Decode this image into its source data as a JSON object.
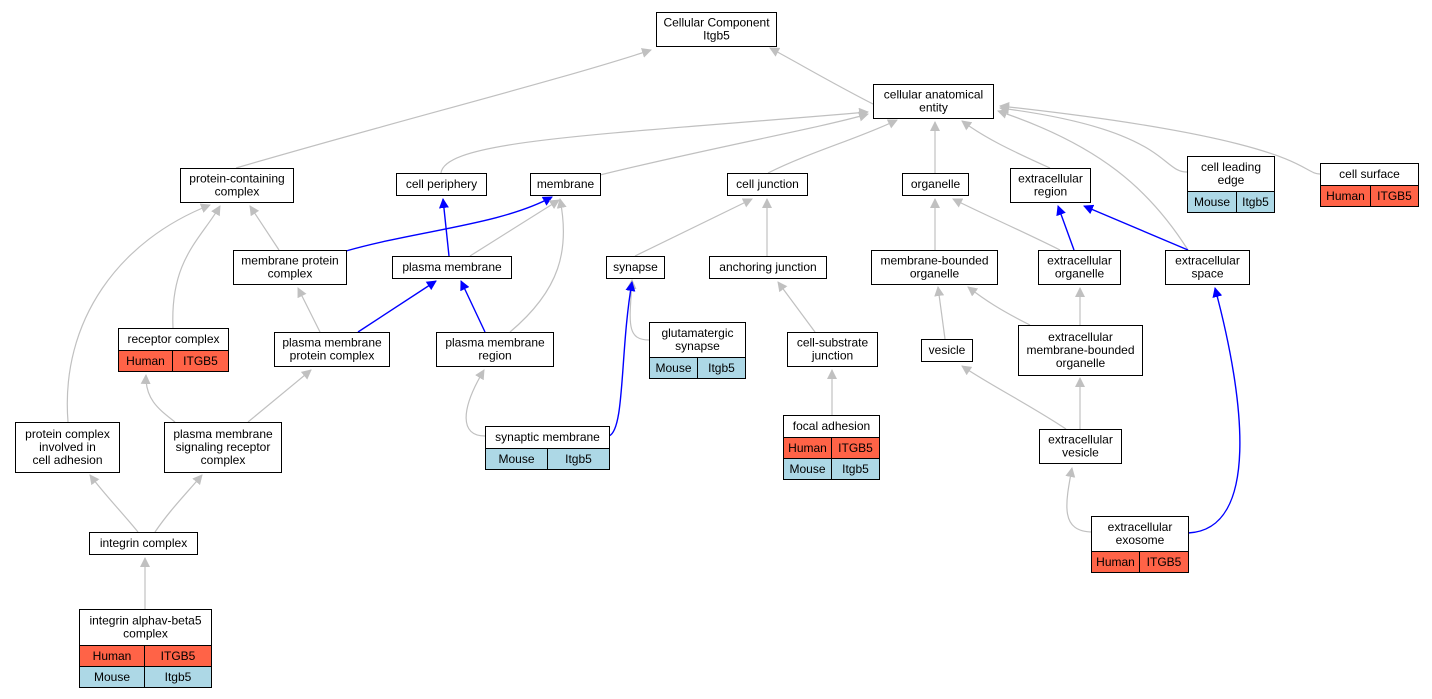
{
  "colors": {
    "human": "#ff6347",
    "mouse": "#add8e6",
    "edge_default": "#c0c0c0",
    "edge_highlight": "#0000ff",
    "node_border": "#000000"
  },
  "nodes": [
    {
      "id": "root",
      "label": [
        "Cellular Component",
        "Itgb5"
      ]
    },
    {
      "id": "cae",
      "label": [
        "cellular anatomical",
        "entity"
      ]
    },
    {
      "id": "pcc",
      "label": [
        "protein-containing",
        "complex"
      ]
    },
    {
      "id": "cper",
      "label": [
        "cell periphery"
      ]
    },
    {
      "id": "memb",
      "label": [
        "membrane"
      ]
    },
    {
      "id": "cjunc",
      "label": [
        "cell junction"
      ]
    },
    {
      "id": "organ",
      "label": [
        "organelle"
      ]
    },
    {
      "id": "exreg",
      "label": [
        "extracellular",
        "region"
      ]
    },
    {
      "id": "cle",
      "label": [
        "cell leading",
        "edge"
      ],
      "badges": [
        [
          "Mouse",
          "Itgb5"
        ]
      ]
    },
    {
      "id": "csurf",
      "label": [
        "cell surface"
      ],
      "badges": [
        [
          "Human",
          "ITGB5"
        ]
      ]
    },
    {
      "id": "mpc",
      "label": [
        "membrane protein",
        "complex"
      ]
    },
    {
      "id": "pm",
      "label": [
        "plasma membrane"
      ]
    },
    {
      "id": "syn",
      "label": [
        "synapse"
      ]
    },
    {
      "id": "anj",
      "label": [
        "anchoring junction"
      ]
    },
    {
      "id": "mbo",
      "label": [
        "membrane-bounded",
        "organelle"
      ]
    },
    {
      "id": "exorg",
      "label": [
        "extracellular",
        "organelle"
      ]
    },
    {
      "id": "exsp",
      "label": [
        "extracellular",
        "space"
      ]
    },
    {
      "id": "rc",
      "label": [
        "receptor complex"
      ],
      "badges": [
        [
          "Human",
          "ITGB5"
        ]
      ]
    },
    {
      "id": "pmpc",
      "label": [
        "plasma membrane",
        "protein complex"
      ]
    },
    {
      "id": "pmr",
      "label": [
        "plasma membrane",
        "region"
      ]
    },
    {
      "id": "gsyn",
      "label": [
        "glutamatergic",
        "synapse"
      ],
      "badges": [
        [
          "Mouse",
          "Itgb5"
        ]
      ]
    },
    {
      "id": "csj",
      "label": [
        "cell-substrate",
        "junction"
      ]
    },
    {
      "id": "ves",
      "label": [
        "vesicle"
      ]
    },
    {
      "id": "exmbo",
      "label": [
        "extracellular",
        "membrane-bounded",
        "organelle"
      ]
    },
    {
      "id": "pcica",
      "label": [
        "protein complex",
        "involved in",
        "cell adhesion"
      ]
    },
    {
      "id": "pmsrc",
      "label": [
        "plasma membrane",
        "signaling receptor",
        "complex"
      ]
    },
    {
      "id": "synm",
      "label": [
        "synaptic membrane"
      ],
      "badges": [
        [
          "Mouse",
          "Itgb5"
        ]
      ]
    },
    {
      "id": "fa",
      "label": [
        "focal adhesion"
      ],
      "badges": [
        [
          "Human",
          "ITGB5"
        ],
        [
          "Mouse",
          "Itgb5"
        ]
      ]
    },
    {
      "id": "exves",
      "label": [
        "extracellular",
        "vesicle"
      ]
    },
    {
      "id": "intc",
      "label": [
        "integrin complex"
      ]
    },
    {
      "id": "exo",
      "label": [
        "extracellular",
        "exosome"
      ],
      "badges": [
        [
          "Human",
          "ITGB5"
        ]
      ]
    },
    {
      "id": "iab5",
      "label": [
        "integrin alphav-beta5",
        "complex"
      ],
      "badges": [
        [
          "Human",
          "ITGB5"
        ],
        [
          "Mouse",
          "Itgb5"
        ]
      ]
    }
  ],
  "edges": [
    {
      "from": "cae",
      "to": "root"
    },
    {
      "from": "pcc",
      "to": "root"
    },
    {
      "from": "cper",
      "to": "cae"
    },
    {
      "from": "memb",
      "to": "cae"
    },
    {
      "from": "cjunc",
      "to": "cae"
    },
    {
      "from": "organ",
      "to": "cae"
    },
    {
      "from": "exreg",
      "to": "cae"
    },
    {
      "from": "cle",
      "to": "cae"
    },
    {
      "from": "csurf",
      "to": "cae"
    },
    {
      "from": "exsp",
      "to": "cae"
    },
    {
      "from": "mpc",
      "to": "pcc"
    },
    {
      "from": "mpc",
      "to": "memb",
      "highlight": true
    },
    {
      "from": "pm",
      "to": "cper",
      "highlight": true
    },
    {
      "from": "pm",
      "to": "memb"
    },
    {
      "from": "syn",
      "to": "cjunc"
    },
    {
      "from": "anj",
      "to": "cjunc"
    },
    {
      "from": "mbo",
      "to": "organ"
    },
    {
      "from": "exorg",
      "to": "organ"
    },
    {
      "from": "exorg",
      "to": "exreg",
      "highlight": true
    },
    {
      "from": "exsp",
      "to": "exreg",
      "highlight": true
    },
    {
      "from": "rc",
      "to": "pcc"
    },
    {
      "from": "pmpc",
      "to": "mpc"
    },
    {
      "from": "pmpc",
      "to": "pm",
      "highlight": true
    },
    {
      "from": "pmr",
      "to": "pm",
      "highlight": true
    },
    {
      "from": "pmr",
      "to": "memb"
    },
    {
      "from": "gsyn",
      "to": "syn"
    },
    {
      "from": "csj",
      "to": "anj"
    },
    {
      "from": "ves",
      "to": "mbo"
    },
    {
      "from": "exmbo",
      "to": "mbo"
    },
    {
      "from": "exmbo",
      "to": "exorg"
    },
    {
      "from": "pcica",
      "to": "pcc"
    },
    {
      "from": "pmsrc",
      "to": "rc"
    },
    {
      "from": "pmsrc",
      "to": "pmpc"
    },
    {
      "from": "synm",
      "to": "pmr"
    },
    {
      "from": "synm",
      "to": "syn",
      "highlight": true
    },
    {
      "from": "fa",
      "to": "csj"
    },
    {
      "from": "exves",
      "to": "ves"
    },
    {
      "from": "exves",
      "to": "exmbo"
    },
    {
      "from": "intc",
      "to": "pcica"
    },
    {
      "from": "intc",
      "to": "pmsrc"
    },
    {
      "from": "exo",
      "to": "exves"
    },
    {
      "from": "exo",
      "to": "exsp",
      "highlight": true
    },
    {
      "from": "iab5",
      "to": "intc"
    }
  ]
}
